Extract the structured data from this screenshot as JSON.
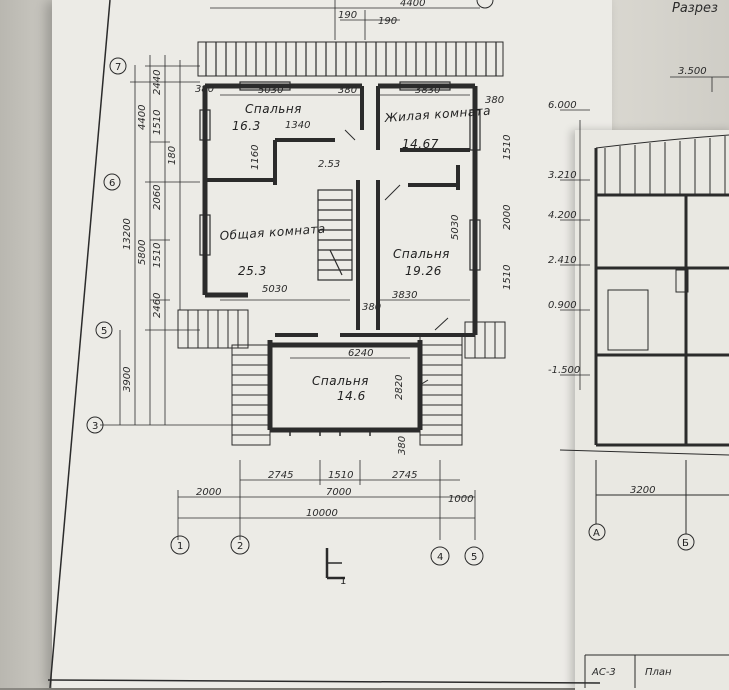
{
  "title_section": "Разрез",
  "top_dims": {
    "overall": "4400",
    "left": "190",
    "right": "190"
  },
  "rooms": [
    {
      "name": "Спальня",
      "area": "16.3"
    },
    {
      "name": "Жилая комната",
      "area": "14.67"
    },
    {
      "name": "Общая комната",
      "area": "25.3"
    },
    {
      "name": "Спальня",
      "area": "19.26"
    },
    {
      "name": "Спальня",
      "area": "14.6"
    }
  ],
  "stair_area": "2.53",
  "inner_dims": [
    "5030",
    "380",
    "3830",
    "380",
    "5030",
    "3830",
    "380",
    "6240",
    "2820",
    "380",
    "1160",
    "1340",
    "380",
    "5030",
    "2000",
    "1510",
    "1510"
  ],
  "left_dims": [
    "2440",
    "4400",
    "1510",
    "180",
    "2060",
    "13200",
    "5800",
    "1510",
    "2460",
    "3900"
  ],
  "bottom_dims": {
    "row1": [
      "2745",
      "1510",
      "2745"
    ],
    "row2": [
      "2000",
      "7000",
      "1000"
    ],
    "total": "10000"
  },
  "axes_bottom": [
    "1",
    "2",
    "4",
    "5"
  ],
  "axes_left": [
    "7",
    "6",
    "5",
    "3"
  ],
  "section_mark": "1",
  "right_levels": [
    "3.500",
    "6.000",
    "3.210",
    "4.200",
    "2.410",
    "0.900",
    "-1.500"
  ],
  "right_dim": "3200",
  "right_axes": [
    "А",
    "Б"
  ],
  "stamp_text": "АС-3",
  "stamp_text2": "План"
}
